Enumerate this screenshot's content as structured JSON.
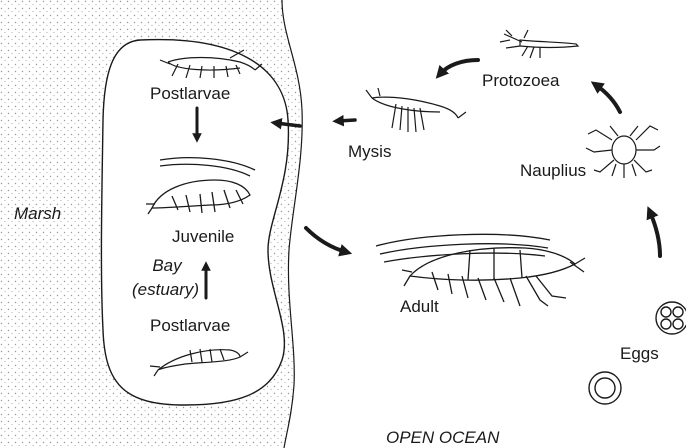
{
  "labels": {
    "marsh": "Marsh",
    "bay": "Bay",
    "estuary": "(estuary)",
    "open_ocean": "OPEN OCEAN",
    "postlarvae_top": "Postlarvae",
    "juvenile": "Juvenile",
    "postlarvae_bottom": "Postlarvae",
    "mysis": "Mysis",
    "protozoea": "Protozoea",
    "nauplius": "Nauplius",
    "adult": "Adult",
    "eggs": "Eggs"
  },
  "colors": {
    "ink": "#1a1a1a",
    "stipple": "#9a9a9a",
    "background": "#ffffff"
  }
}
